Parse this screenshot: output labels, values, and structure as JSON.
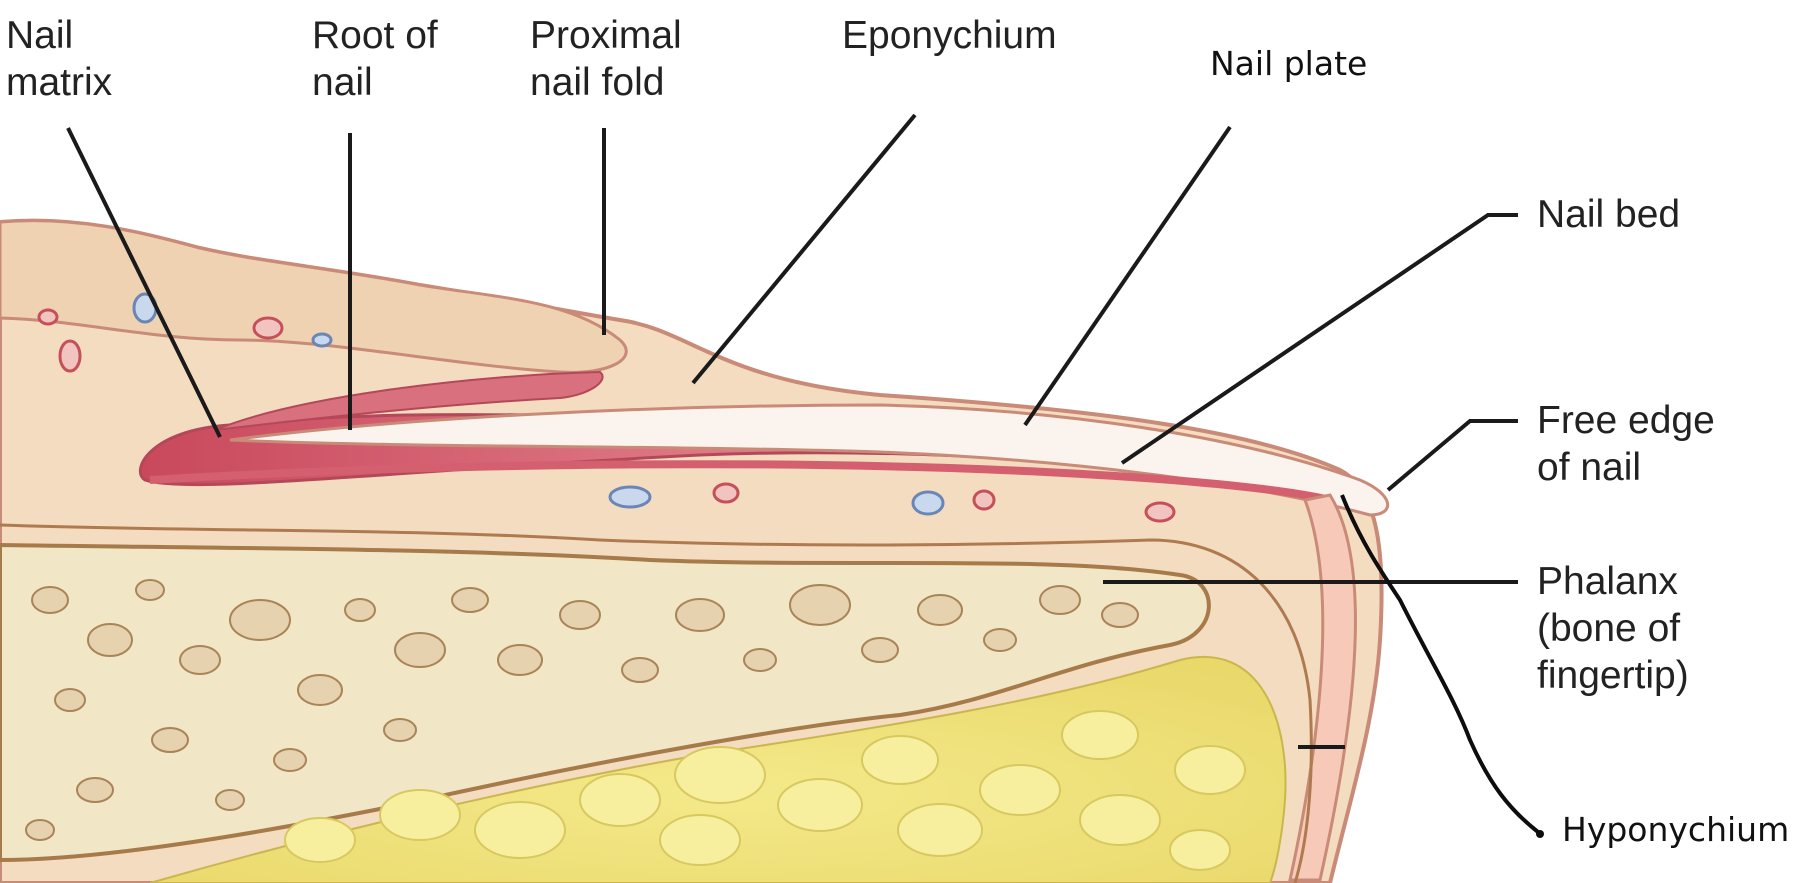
{
  "labels": {
    "nail_matrix": [
      "Nail",
      "matrix"
    ],
    "root_of_nail": [
      "Root of",
      "nail"
    ],
    "proximal_nail_fold": [
      "Proximal",
      "nail fold"
    ],
    "eponychium": [
      "Eponychium"
    ],
    "nail_plate": [
      "Nail plate"
    ],
    "nail_bed": [
      "Nail bed"
    ],
    "free_edge": [
      "Free edge",
      "of nail"
    ],
    "phalanx": [
      "Phalanx",
      "(bone of",
      "fingertip)"
    ],
    "hyponychium": [
      "Hyponychium"
    ]
  },
  "colors": {
    "skin": "#f3dcc0",
    "epidermis": "#d9a08a",
    "nail_pink": "#d45f6e",
    "bone": "#f1e6c6",
    "fat": "#efe27a",
    "leader_line": "#1a1a1a"
  }
}
